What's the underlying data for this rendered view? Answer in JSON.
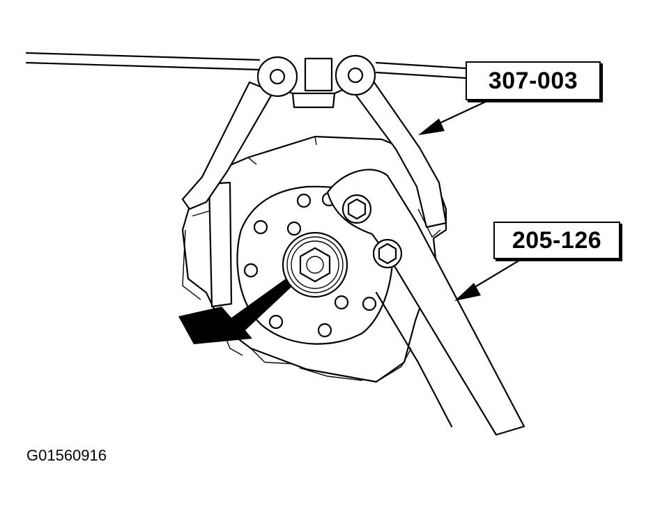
{
  "callouts": {
    "tool_a": "307-003",
    "tool_b": "205-126"
  },
  "figure_id": "G01560916",
  "colors": {
    "line": "#000000",
    "background": "#ffffff"
  }
}
